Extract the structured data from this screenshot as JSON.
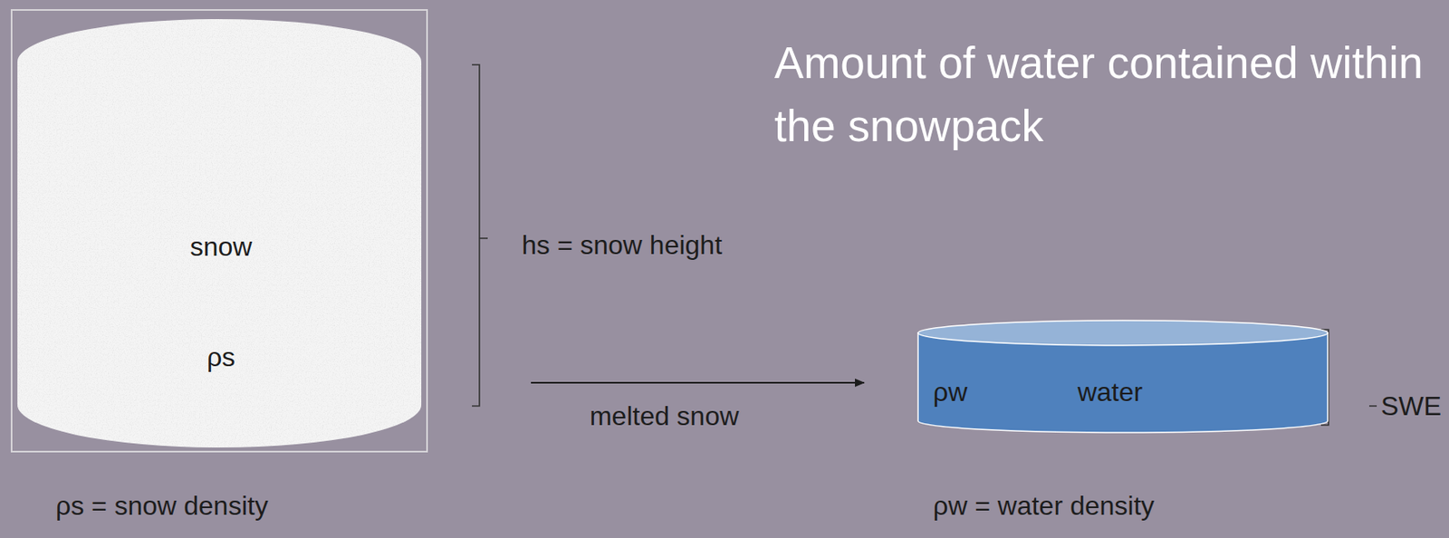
{
  "diagram": {
    "title": "Amount of water contained within the snowpack",
    "nodes": [
      {
        "text": [
          "snow",
          "ρs"
        ]
      },
      {
        "text": [
          "ρw",
          "water"
        ]
      }
    ],
    "edges": [
      {
        "from": 0,
        "to": 1,
        "arrow": "to",
        "label": "melted snow"
      }
    ],
    "labels": [
      "hs = snow height",
      "SWE",
      "ρs = snow density",
      "ρw = water density"
    ]
  }
}
